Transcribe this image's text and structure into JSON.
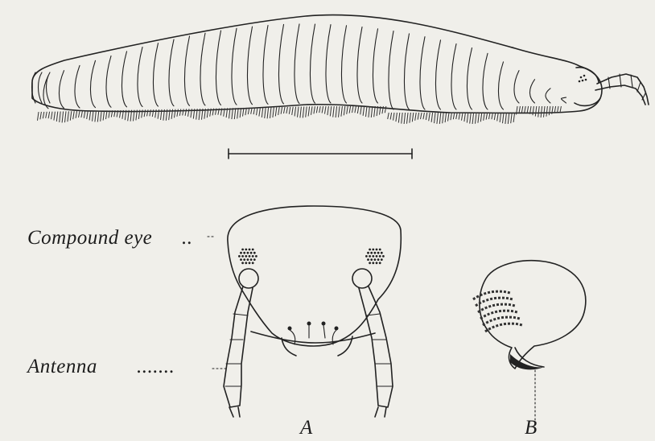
{
  "labels": {
    "compound_eye": "Compound eye",
    "antenna": "Antenna",
    "panel_a": "A",
    "panel_b": "B"
  }
}
